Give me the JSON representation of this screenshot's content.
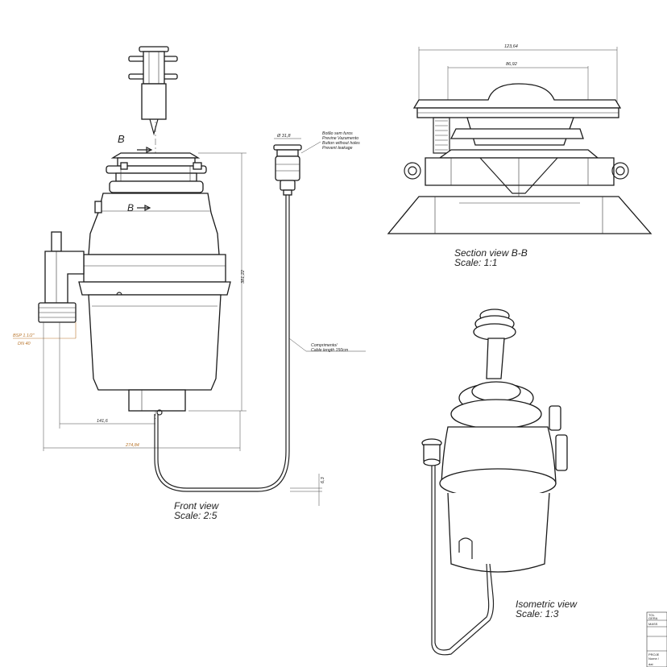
{
  "front_view": {
    "title": "Front view",
    "scale": "Scale:  2:5",
    "section_marker_top": "B",
    "section_marker_side": "B",
    "dims": {
      "height": "381,22",
      "width_total": "274,84",
      "offset": "141,6",
      "cable_gap": "6,3",
      "button_dia": "Ø 31,8"
    },
    "thread_label": "BSP 1.1/2\"",
    "dn_label": "DN 40",
    "button_note": [
      "Botão sem furos",
      "Previne Vazamento",
      "Button without holes",
      "Prevent leakage"
    ],
    "cable_note": [
      "Comprimento/",
      "Cable length 150cm"
    ]
  },
  "section_view": {
    "title": "Section view B-B",
    "scale": "Scale:  1:1",
    "dims": {
      "outer": "123,64",
      "inner": "86,92"
    }
  },
  "iso_view": {
    "title": "Isometric view",
    "scale": "Scale:  1:3"
  },
  "title_block": [
    "TOL",
    "GERA",
    "MASS",
    "PROJE",
    "Nome /",
    "dat"
  ],
  "colors": {
    "line": "#1a1a1a",
    "dimension_accent": "#b8742a"
  }
}
